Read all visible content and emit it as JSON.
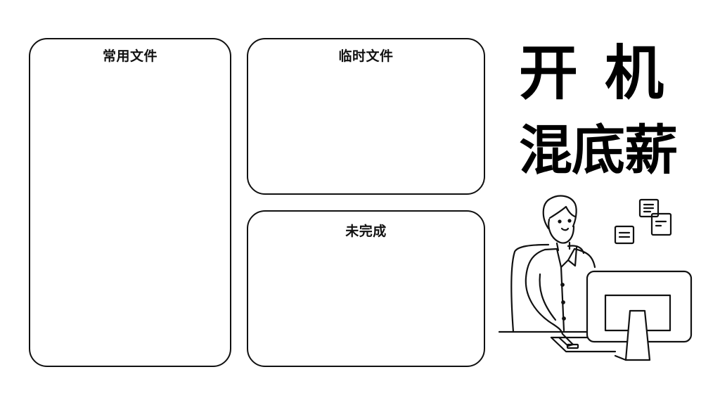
{
  "boxes": {
    "common": {
      "title": "常用文件"
    },
    "temp": {
      "title": "临时文件"
    },
    "todo": {
      "title": "未完成"
    }
  },
  "headline": {
    "line1": "开机",
    "line2": "混底薪"
  },
  "illustration": {
    "description": "person-at-computer",
    "icons": [
      "note-icon",
      "note-icon",
      "note-icon"
    ]
  },
  "colors": {
    "background": "#ffffff",
    "stroke": "#111111",
    "text": "#000000"
  }
}
